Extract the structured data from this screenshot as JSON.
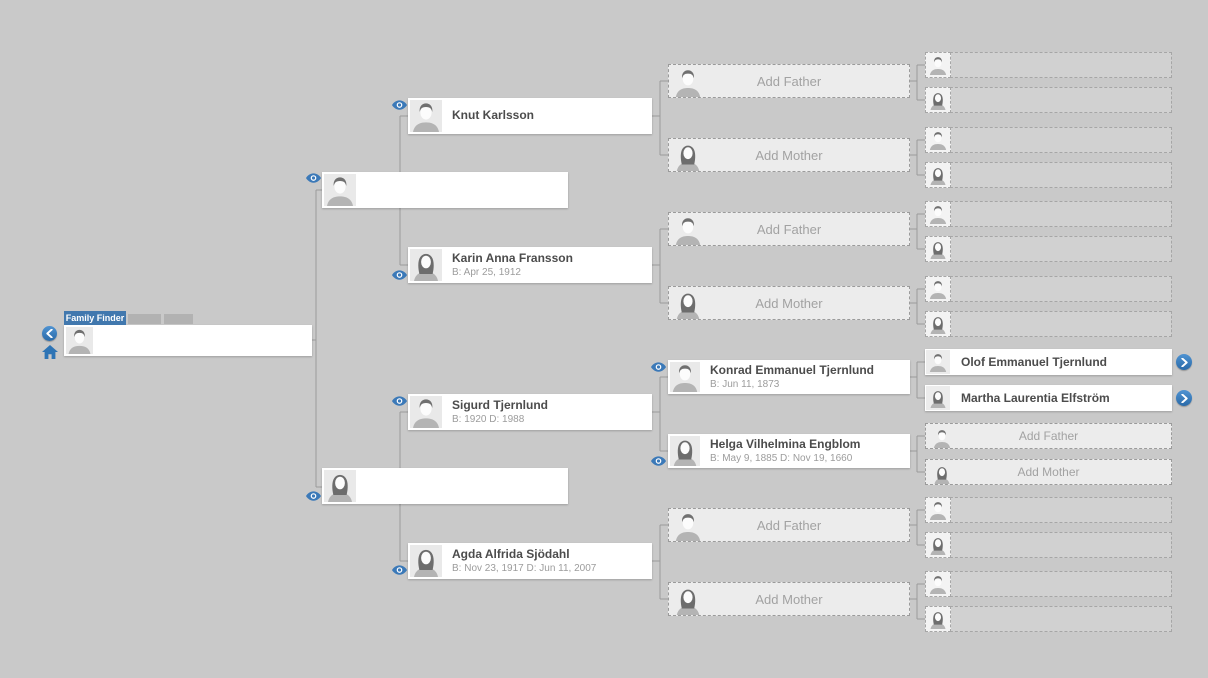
{
  "header": {
    "tab_label": "Family Finder"
  },
  "labels": {
    "add_father": "Add Father",
    "add_mother": "Add Mother"
  },
  "people": {
    "paternal_grandfather": {
      "name": "Knut Karlsson",
      "dates": ""
    },
    "paternal_grandmother": {
      "name": "Karin Anna Fransson",
      "dates": "B: Apr 25, 1912"
    },
    "maternal_grandfather": {
      "name": "Sigurd Tjernlund",
      "dates": "B: 1920 D: 1988"
    },
    "maternal_grandmother": {
      "name": "Agda Alfrida Sjödahl",
      "dates": "B: Nov 23, 1917 D: Jun 11, 2007"
    },
    "great_grandfather_konrad": {
      "name": "Konrad Emmanuel Tjernlund",
      "dates": "B: Jun 11, 1873"
    },
    "great_grandmother_helga": {
      "name": "Helga Vilhelmina Engblom",
      "dates": "B: May 9, 1885 D: Nov 19, 1660"
    },
    "gg_grandfather_olof": {
      "name": "Olof Emmanuel Tjernlund"
    },
    "gg_grandmother_martha": {
      "name": "Martha Laurentia Elfström"
    }
  },
  "icons": {
    "eye": "visibility-eye",
    "back": "chevron-left-circle",
    "home": "home",
    "expand": "chevron-right-circle"
  },
  "colors": {
    "background": "#c9c9c9",
    "accent_blue": "#3b79b8",
    "tab_blue": "#4178ae",
    "connector_gray": "#9a9a9a"
  }
}
